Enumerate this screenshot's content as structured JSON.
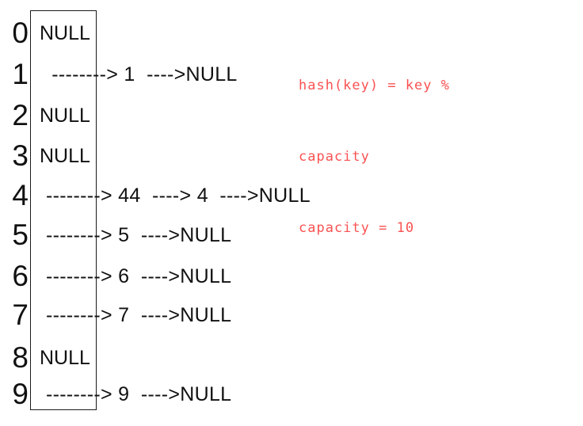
{
  "annotation": {
    "lines": [
      "hash(key) = key %",
      "capacity",
      "capacity = 10"
    ],
    "color": "#f95252",
    "formula": "hash(key) = key % capacity",
    "capacity": "10"
  },
  "hash_table": {
    "capacity": 10,
    "buckets": [
      {
        "index": "0",
        "type": "empty",
        "content": "NULL",
        "values": []
      },
      {
        "index": "1",
        "type": "chain",
        "content": " --------> 1  ---->NULL",
        "values": [
          "1"
        ]
      },
      {
        "index": "2",
        "type": "empty",
        "content": "NULL",
        "values": []
      },
      {
        "index": "3",
        "type": "empty",
        "content": "NULL",
        "values": []
      },
      {
        "index": "4",
        "type": "chain",
        "content": "--------> 44  ----> 4  ---->NULL",
        "values": [
          "44",
          "4"
        ]
      },
      {
        "index": "5",
        "type": "chain",
        "content": "--------> 5  ---->NULL",
        "values": [
          "5"
        ]
      },
      {
        "index": "6",
        "type": "chain",
        "content": "--------> 6  ---->NULL",
        "values": [
          "6"
        ]
      },
      {
        "index": "7",
        "type": "chain",
        "content": "--------> 7  ---->NULL",
        "values": [
          "7"
        ]
      },
      {
        "index": "8",
        "type": "empty",
        "content": "NULL",
        "values": []
      },
      {
        "index": "9",
        "type": "chain",
        "content": "--------> 9  ---->NULL",
        "values": [
          "9"
        ]
      }
    ]
  },
  "colors": {
    "text": "#111111",
    "annotation_red": "#f95252",
    "border": "#1a1a1a",
    "background": "#ffffff"
  }
}
